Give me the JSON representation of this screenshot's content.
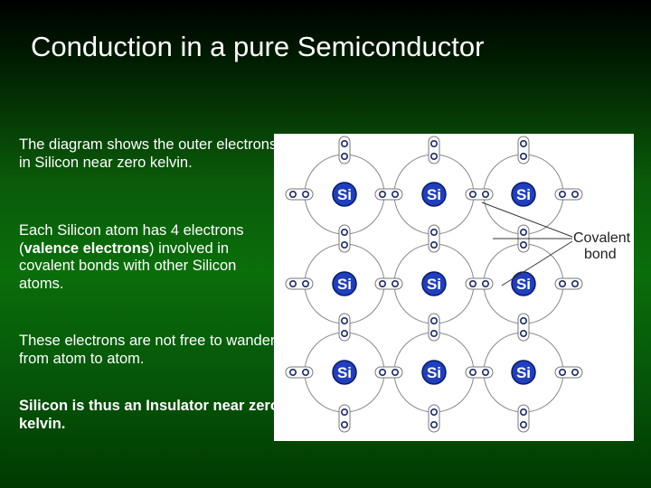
{
  "title": "Conduction in a pure Semiconductor",
  "para1": "The diagram shows the outer electrons in Silicon near zero kelvin.",
  "para2": {
    "part1": "Each Silicon atom has 4 electrons (",
    "bold": "valence electrons",
    "part2": ") involved in covalent bonds with other Silicon atoms."
  },
  "para3": "These electrons are not free to wander from atom to atom.",
  "para4": {
    "bold1": "Silicon",
    "part1": " is thus an ",
    "bold2": "Insulator near zero kelvin."
  },
  "diagram": {
    "atom_label": "Si",
    "bond_label_line1": "Covalent",
    "bond_label_line2": "bond",
    "atom_color": "#1f3fbf",
    "electron_color": "#1a2a6a"
  }
}
